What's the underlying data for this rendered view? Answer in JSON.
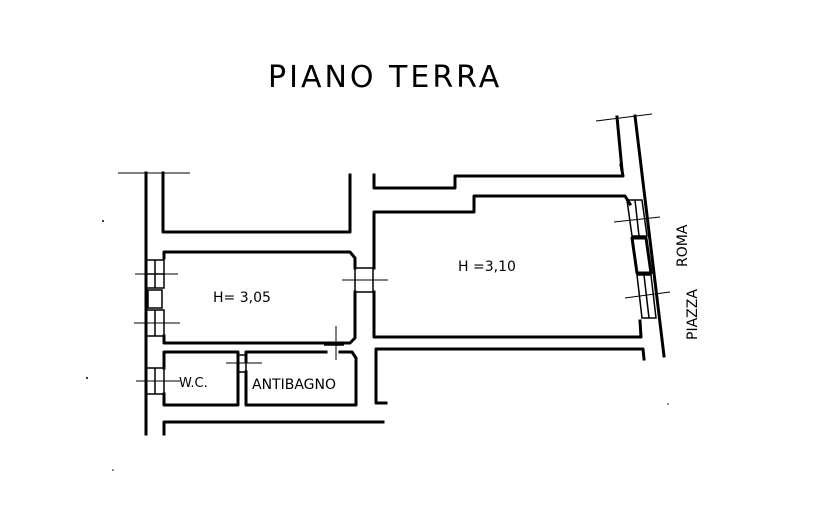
{
  "plan": {
    "title": "PIANO TERRA",
    "rooms": [
      {
        "id": "room-left",
        "label": "H= 3,05"
      },
      {
        "id": "room-right",
        "label": "H =3,10"
      },
      {
        "id": "wc",
        "label": "W.C."
      },
      {
        "id": "antibagno",
        "label": "ANTIBAGNO"
      }
    ],
    "street": {
      "line1": "PIAZZA",
      "line2": "ROMA"
    }
  }
}
